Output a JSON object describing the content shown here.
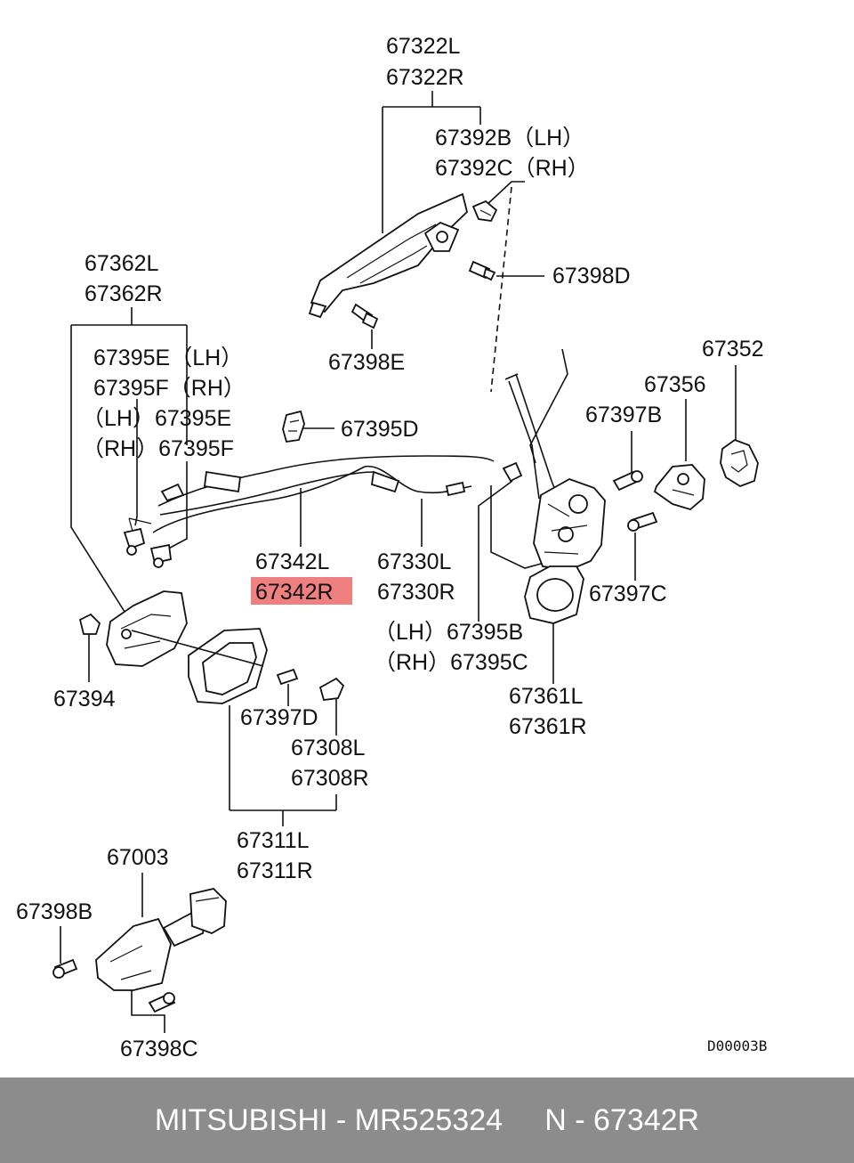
{
  "labels": {
    "l67322": [
      "67322L",
      "67322R"
    ],
    "l67392": [
      "67392B（LH）",
      "67392C（RH）"
    ],
    "l67398D": "67398D",
    "l67398E": "67398E",
    "l67362": [
      "67362L",
      "67362R"
    ],
    "l67395EF": [
      "67395E（LH）",
      "67395F（RH）"
    ],
    "l67395EF2": [
      "（LH）67395E",
      "（RH）67395F"
    ],
    "l67395D": "67395D",
    "l67352": "67352",
    "l67356": "67356",
    "l67397B": "67397B",
    "l67342": [
      "67342L",
      "67342R"
    ],
    "l67330": [
      "67330L",
      "67330R"
    ],
    "l67397C": "67397C",
    "l67395BC": [
      "（LH）67395B",
      "（RH）67395C"
    ],
    "l67394": "67394",
    "l67397D": "67397D",
    "l67308": [
      "67308L",
      "67308R"
    ],
    "l67361": [
      "67361L",
      "67361R"
    ],
    "l67311": [
      "67311L",
      "67311R"
    ],
    "l67003": "67003",
    "l67398B": "67398B",
    "l67398C": "67398C",
    "drawing_code": "D00003B"
  },
  "highlight": {
    "part": "67342R",
    "color": "#f08080"
  },
  "footer": {
    "text": "MITSUBISHI - MR525324     N - 67342R",
    "background": "#8c8c8c"
  }
}
